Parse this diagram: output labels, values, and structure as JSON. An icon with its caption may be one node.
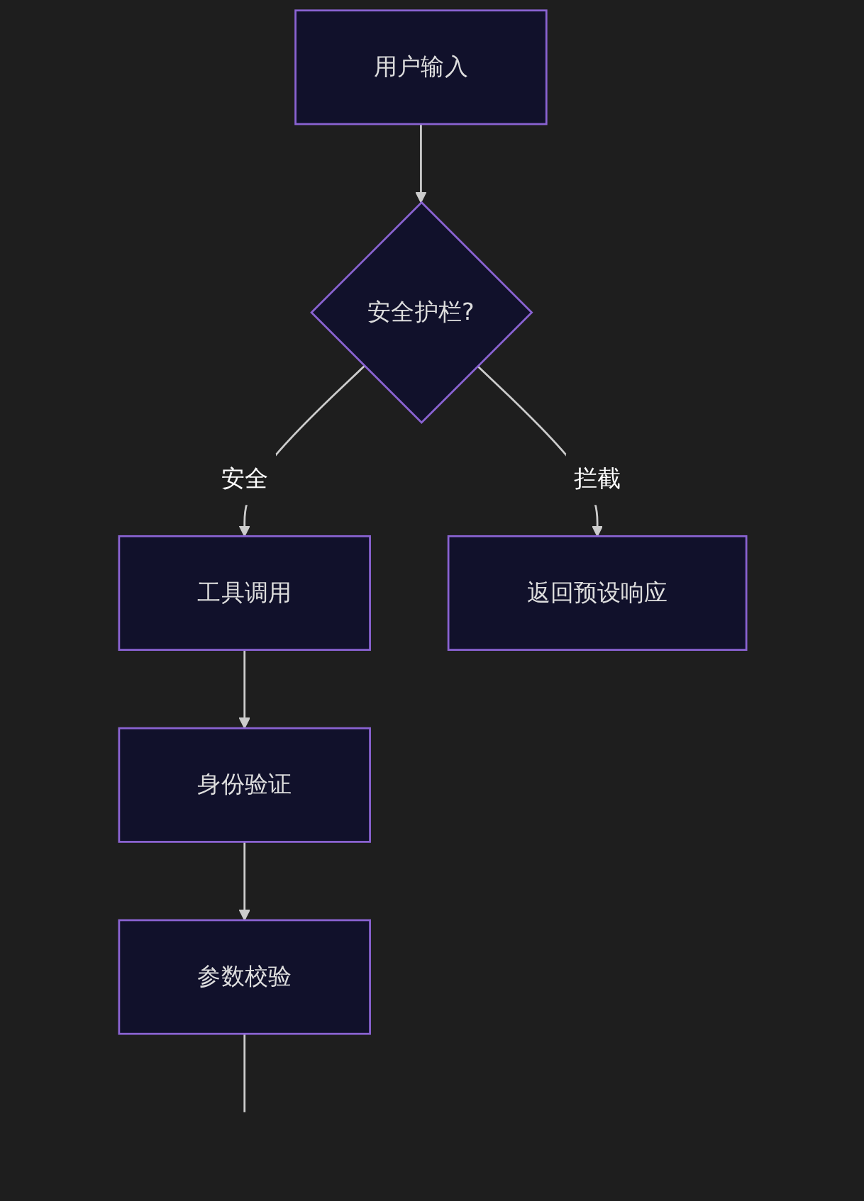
{
  "diagram": {
    "nodes": [
      {
        "text": [
          "用户输入"
        ]
      },
      {
        "text": [
          "安全护栏?"
        ]
      },
      {
        "text": [
          "工具调用"
        ]
      },
      {
        "text": [
          "返回预设响应"
        ]
      },
      {
        "text": [
          "身份验证"
        ]
      },
      {
        "text": [
          "参数校验"
        ]
      }
    ],
    "edges": [
      {
        "from": 0,
        "to": 1,
        "arrow": "to"
      },
      {
        "from": 1,
        "to": 2,
        "arrow": "to",
        "label": "安全"
      },
      {
        "from": 1,
        "to": 3,
        "arrow": "to",
        "label": "拦截"
      },
      {
        "from": 2,
        "to": 4,
        "arrow": "to"
      },
      {
        "from": 4,
        "to": 5,
        "arrow": "to"
      },
      {
        "from": 5,
        "to": null,
        "arrow": "none"
      }
    ]
  }
}
